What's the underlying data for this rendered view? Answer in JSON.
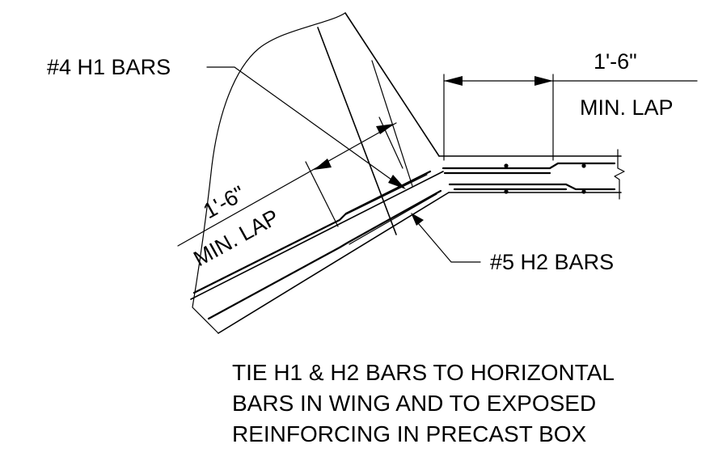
{
  "labels": {
    "h1_bars": "#4 H1 BARS",
    "h2_bars": "#5 H2 BARS",
    "lap_right_dim": "1'-6\"",
    "lap_right_text": "MIN. LAP",
    "lap_left_dim": "1'-6\"",
    "lap_left_text": "MIN. LAP"
  },
  "note": {
    "line1": "TIE H1 & H2 BARS TO HORIZONTAL",
    "line2": "BARS IN WING AND TO EXPOSED",
    "line3": "REINFORCING IN PRECAST BOX"
  }
}
